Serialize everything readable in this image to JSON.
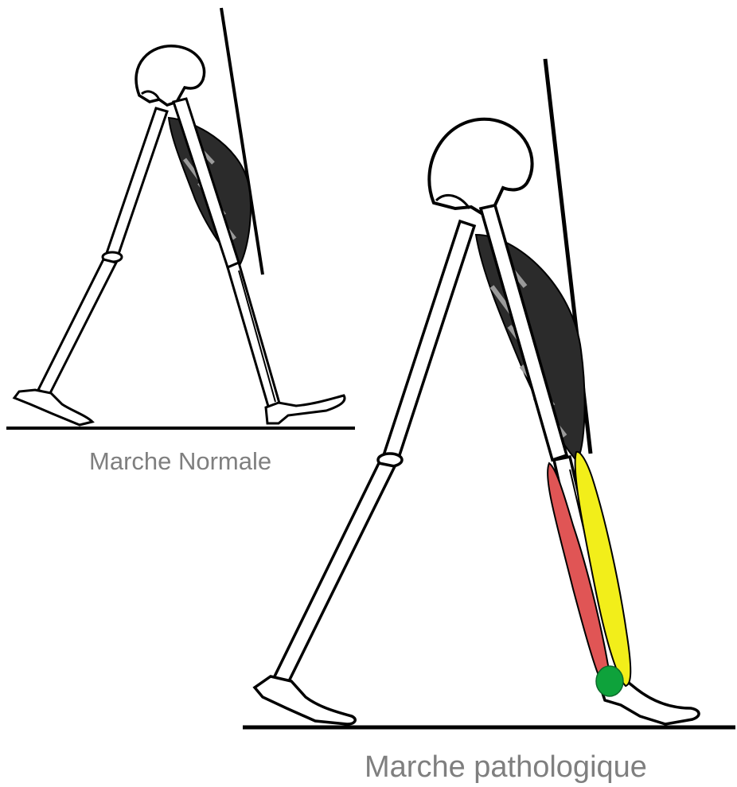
{
  "figure": {
    "normal_label": "Marche Normale",
    "pathologic_label": "Marche pathologique"
  },
  "colors": {
    "line": "#000000",
    "bone_fill": "#ffffff",
    "muscle": "#2b2b2b",
    "highlight_red": "#e05555",
    "highlight_yellow": "#f2ee1a",
    "joint_green": "#0ea23b",
    "caption": "#7f7f7f"
  },
  "icons": [
    "normal-gait-figure",
    "pathologic-gait-figure",
    "red-muscle-highlight",
    "yellow-muscle-highlight",
    "green-joint-marker"
  ]
}
